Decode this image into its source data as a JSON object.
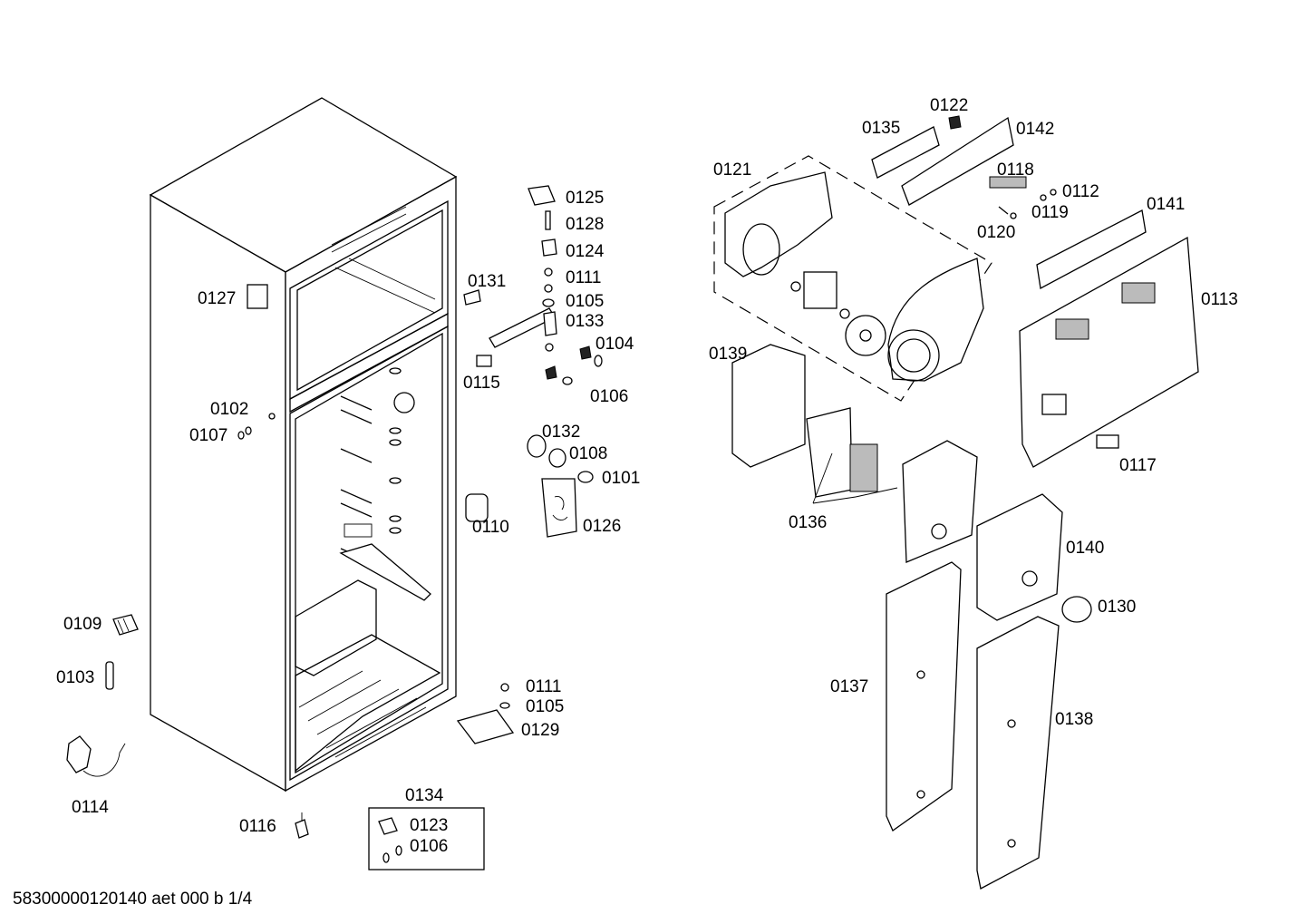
{
  "footer": {
    "document_code": "58300000120140 aet 000 b 1/4"
  },
  "labels": {
    "p0101": "0101",
    "p0102": "0102",
    "p0103": "0103",
    "p0104": "0104",
    "p0105a": "0105",
    "p0105b": "0105",
    "p0106a": "0106",
    "p0106b": "0106",
    "p0107": "0107",
    "p0108": "0108",
    "p0109": "0109",
    "p0110": "0110",
    "p0111a": "0111",
    "p0111b": "0111",
    "p0112": "0112",
    "p0113": "0113",
    "p0114": "0114",
    "p0115": "0115",
    "p0116": "0116",
    "p0117": "0117",
    "p0118": "0118",
    "p0119": "0119",
    "p0120": "0120",
    "p0121": "0121",
    "p0122": "0122",
    "p0123": "0123",
    "p0124": "0124",
    "p0125": "0125",
    "p0126": "0126",
    "p0127": "0127",
    "p0128": "0128",
    "p0129": "0129",
    "p0130": "0130",
    "p0131": "0131",
    "p0132": "0132",
    "p0133": "0133",
    "p0134": "0134",
    "p0135": "0135",
    "p0136": "0136",
    "p0137": "0137",
    "p0138": "0138",
    "p0139": "0139",
    "p0140": "0140",
    "p0141": "0141",
    "p0142": "0142"
  }
}
